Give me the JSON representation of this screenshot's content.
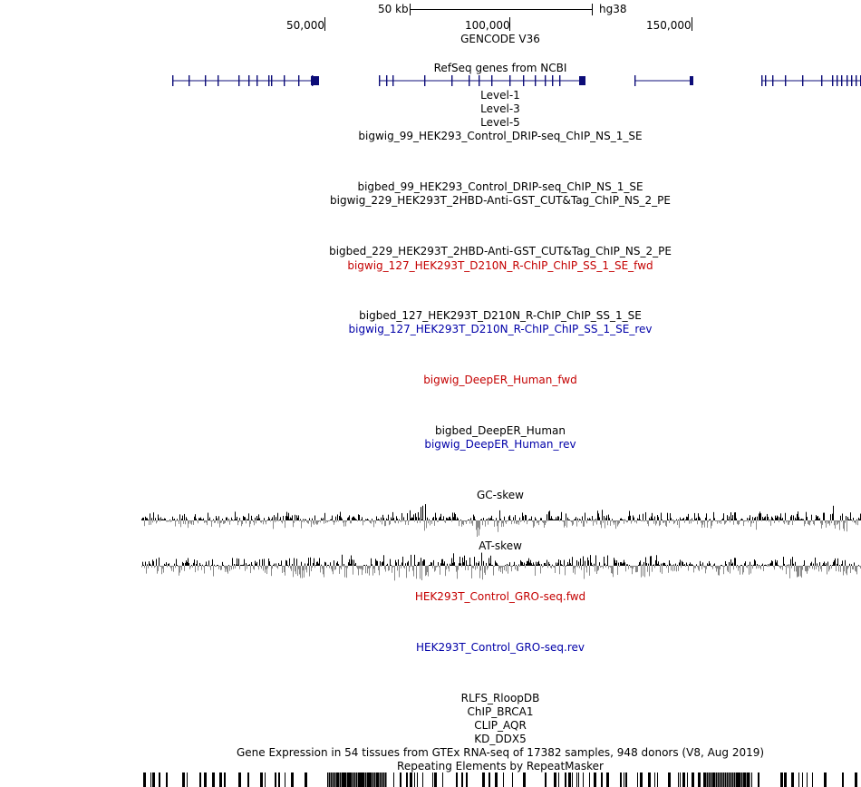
{
  "browser": {
    "scale_bar": {
      "label": "50 kb",
      "assembly": "hg38"
    },
    "ruler_ticks": [
      "50,000",
      "100,000",
      "150,000"
    ]
  },
  "tracks": [
    {
      "key": "gencode",
      "label": "GENCODE V36",
      "color": "black"
    },
    {
      "key": "refseq",
      "label": "RefSeq genes from NCBI",
      "color": "black"
    },
    {
      "key": "level1",
      "label": "Level-1",
      "color": "black"
    },
    {
      "key": "level3",
      "label": "Level-3",
      "color": "black"
    },
    {
      "key": "level5",
      "label": "Level-5",
      "color": "black"
    },
    {
      "key": "bw99",
      "label": "bigwig_99_HEK293_Control_DRIP-seq_ChIP_NS_1_SE",
      "color": "black"
    },
    {
      "key": "bb99",
      "label": "bigbed_99_HEK293_Control_DRIP-seq_ChIP_NS_1_SE",
      "color": "black"
    },
    {
      "key": "bw229",
      "label": "bigwig_229_HEK293T_2HBD-Anti-GST_CUT&Tag_ChIP_NS_2_PE",
      "color": "black"
    },
    {
      "key": "bb229",
      "label": "bigbed_229_HEK293T_2HBD-Anti-GST_CUT&Tag_ChIP_NS_2_PE",
      "color": "black"
    },
    {
      "key": "bw127f",
      "label": "bigwig_127_HEK293T_D210N_R-ChIP_ChIP_SS_1_SE_fwd",
      "color": "red"
    },
    {
      "key": "bb127",
      "label": "bigbed_127_HEK293T_D210N_R-ChIP_ChIP_SS_1_SE",
      "color": "black"
    },
    {
      "key": "bw127r",
      "label": "bigwig_127_HEK293T_D210N_R-ChIP_ChIP_SS_1_SE_rev",
      "color": "blue"
    },
    {
      "key": "deeperf",
      "label": "bigwig_DeepER_Human_fwd",
      "color": "red"
    },
    {
      "key": "deeperbb",
      "label": "bigbed_DeepER_Human",
      "color": "black"
    },
    {
      "key": "deeperr",
      "label": "bigwig_DeepER_Human_rev",
      "color": "blue"
    },
    {
      "key": "gcskew",
      "label": "GC-skew",
      "color": "black"
    },
    {
      "key": "atskew",
      "label": "AT-skew",
      "color": "black"
    },
    {
      "key": "grof",
      "label": "HEK293T_Control_GRO-seq.fwd",
      "color": "red"
    },
    {
      "key": "gror",
      "label": "HEK293T_Control_GRO-seq.rev",
      "color": "blue"
    },
    {
      "key": "rlfs",
      "label": "RLFS_RloopDB",
      "color": "black"
    },
    {
      "key": "brca1",
      "label": "ChIP_BRCA1",
      "color": "black"
    },
    {
      "key": "aqr",
      "label": "CLIP_AQR",
      "color": "black"
    },
    {
      "key": "ddx5",
      "label": "KD_DDX5",
      "color": "black"
    },
    {
      "key": "gtex",
      "label": "Gene Expression in 54 tissues from GTEx RNA-seq of 17382 samples, 948 donors (V8, Aug 2019)",
      "color": "black"
    },
    {
      "key": "rmsk",
      "label": "Repeating Elements by RepeatMasker",
      "color": "black"
    }
  ],
  "colors": {
    "gene": "#0c0c78",
    "label_red": "#c40000",
    "label_blue": "#0000a8",
    "skew_positive": "#000000",
    "skew_negative": "#888888"
  }
}
